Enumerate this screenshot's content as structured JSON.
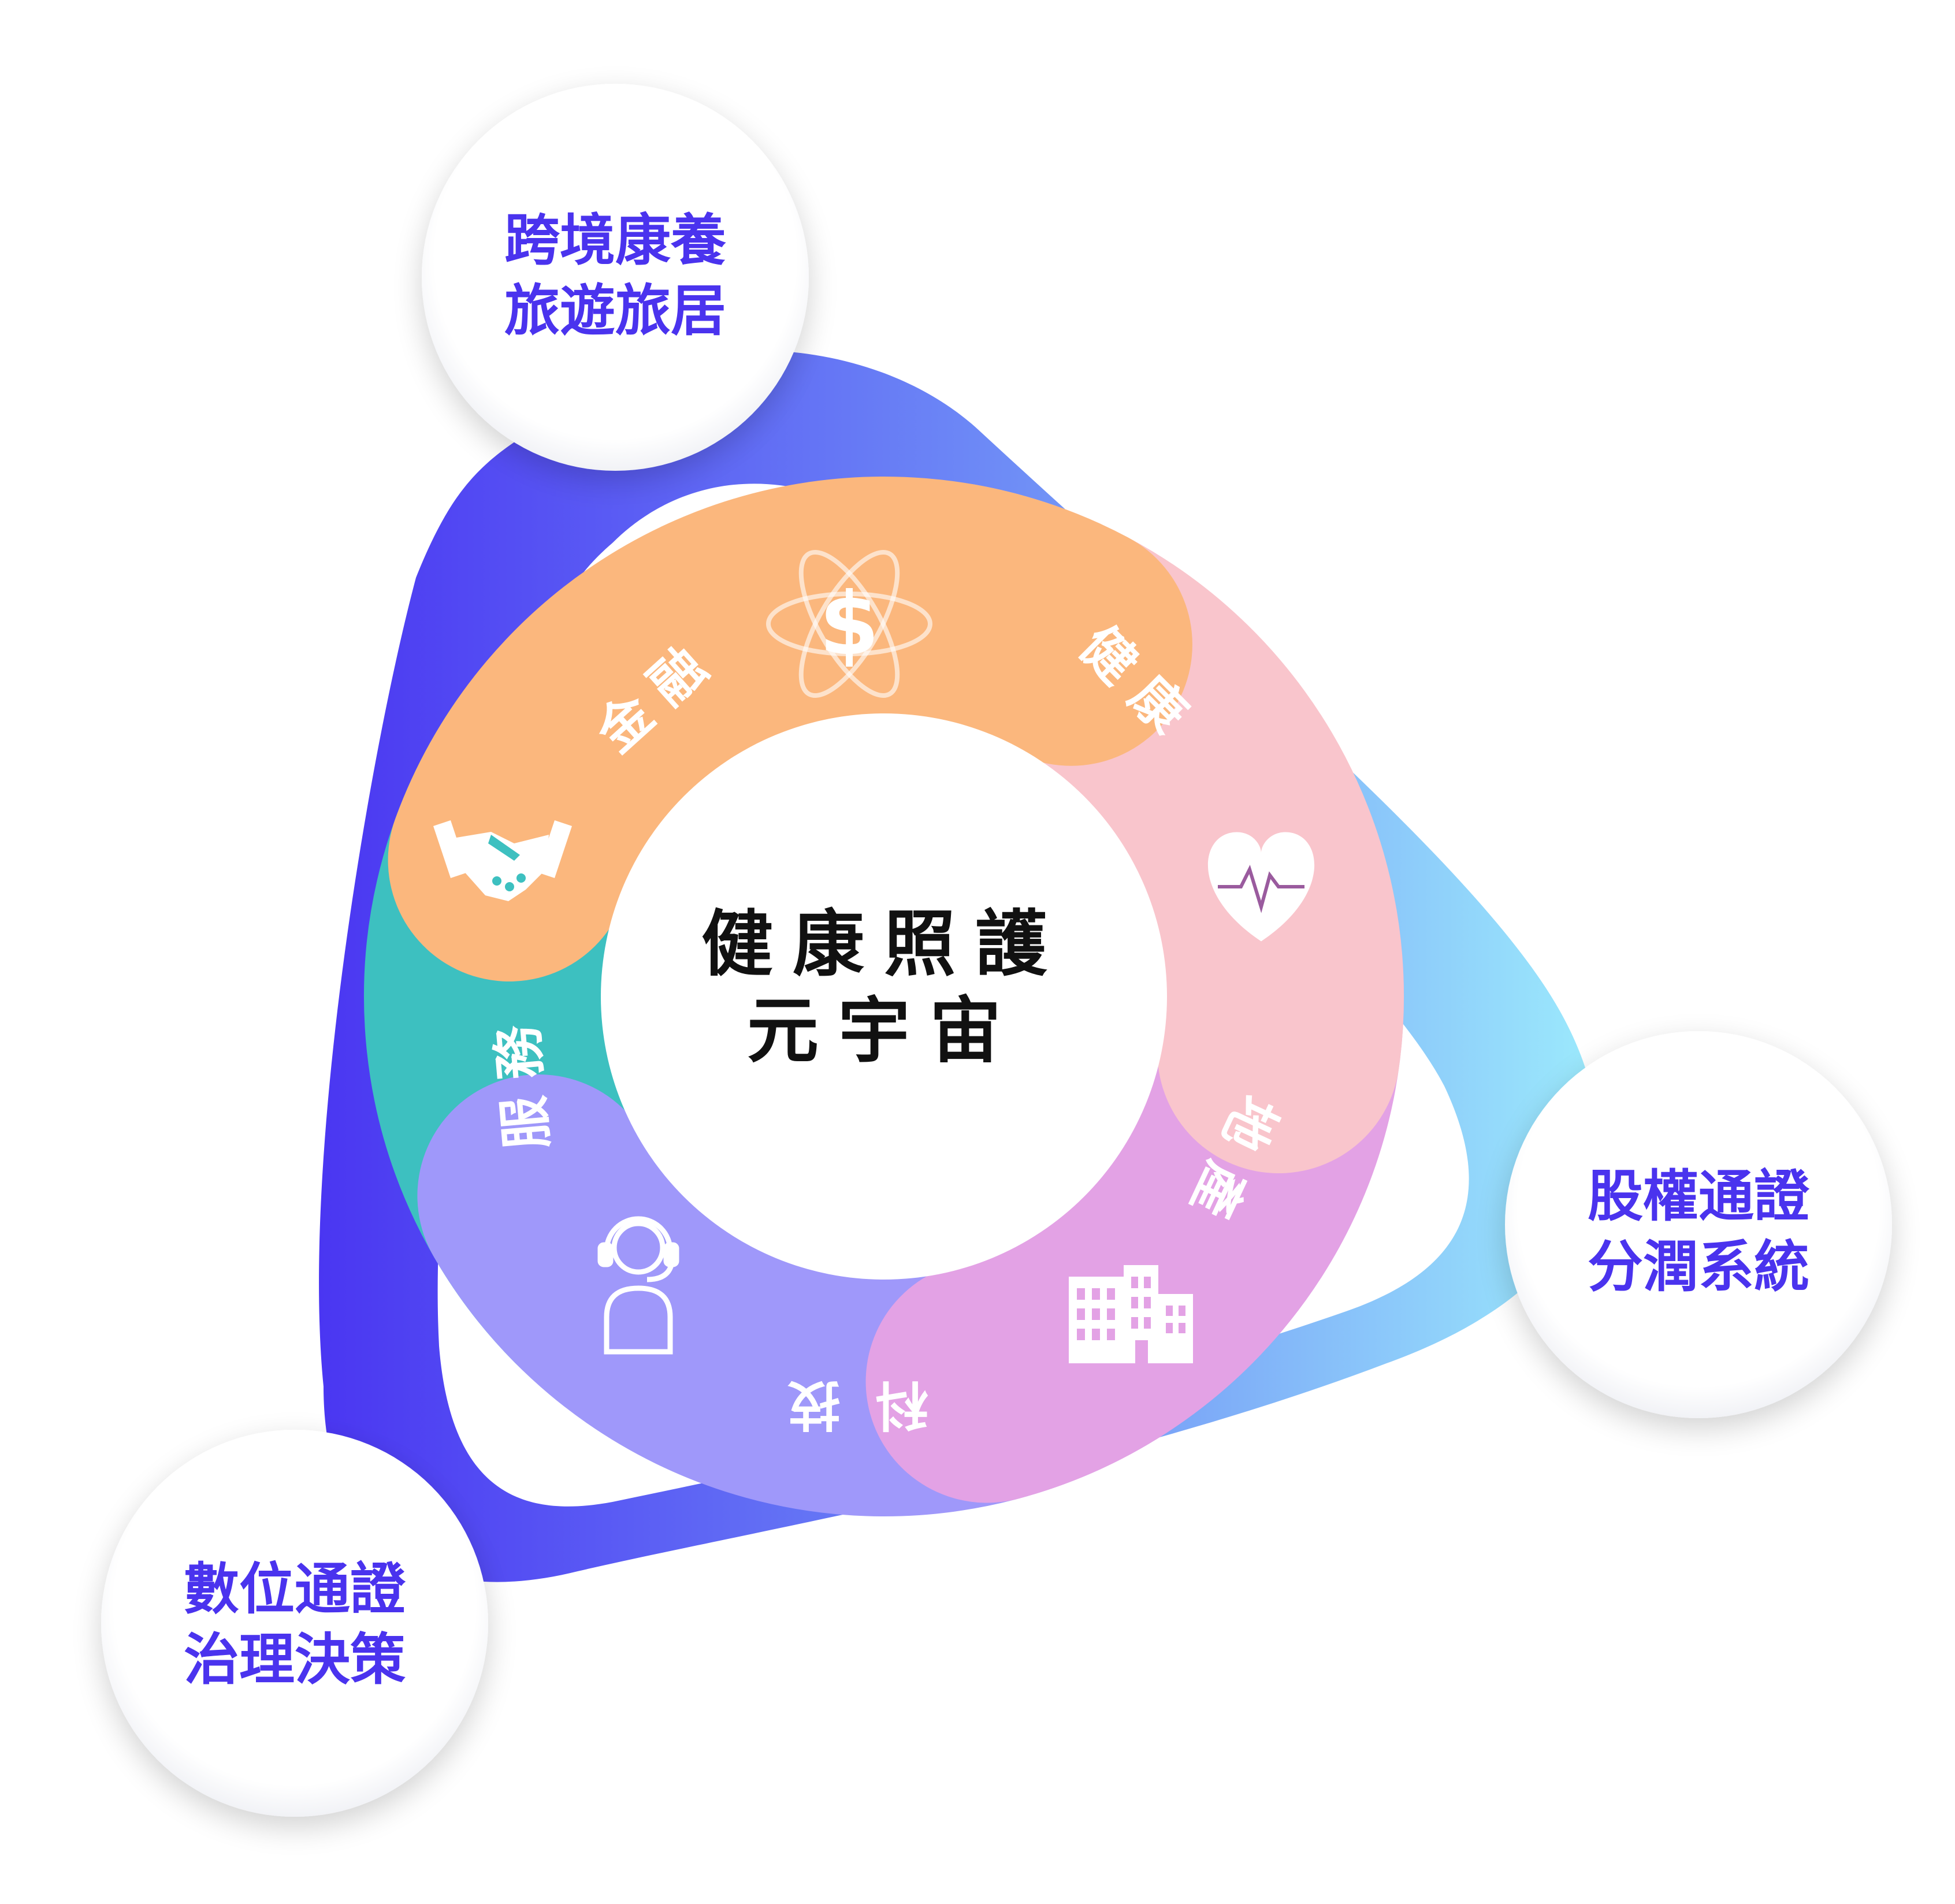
{
  "center": {
    "title": "健康照護\n元宇宙"
  },
  "segments": [
    {
      "id": "finance",
      "label": "金融",
      "icon": "dollar-atom-icon",
      "color": "#fbb77d"
    },
    {
      "id": "health",
      "label": "健康",
      "icon": "heart-pulse-icon",
      "color": "#f9c5cc"
    },
    {
      "id": "realestate",
      "label": "地產",
      "icon": "building-icon",
      "color": "#e3a2e5"
    },
    {
      "id": "tech",
      "label": "科技",
      "icon": "headset-user-icon",
      "color": "#9f98fa"
    },
    {
      "id": "service",
      "label": "服務",
      "icon": "handshake-icon",
      "color": "#3dc0c0"
    }
  ],
  "nodes": [
    {
      "id": "top",
      "label": "跨境康養\n旅遊旅居"
    },
    {
      "id": "right",
      "label": "股權通證\n分潤系統"
    },
    {
      "id": "left",
      "label": "數位通證\n治理決策"
    }
  ],
  "colors": {
    "ribbon_dark": "#4a3cf3",
    "ribbon_light": "#9ae9fb",
    "node_text": "#4a33ee"
  }
}
